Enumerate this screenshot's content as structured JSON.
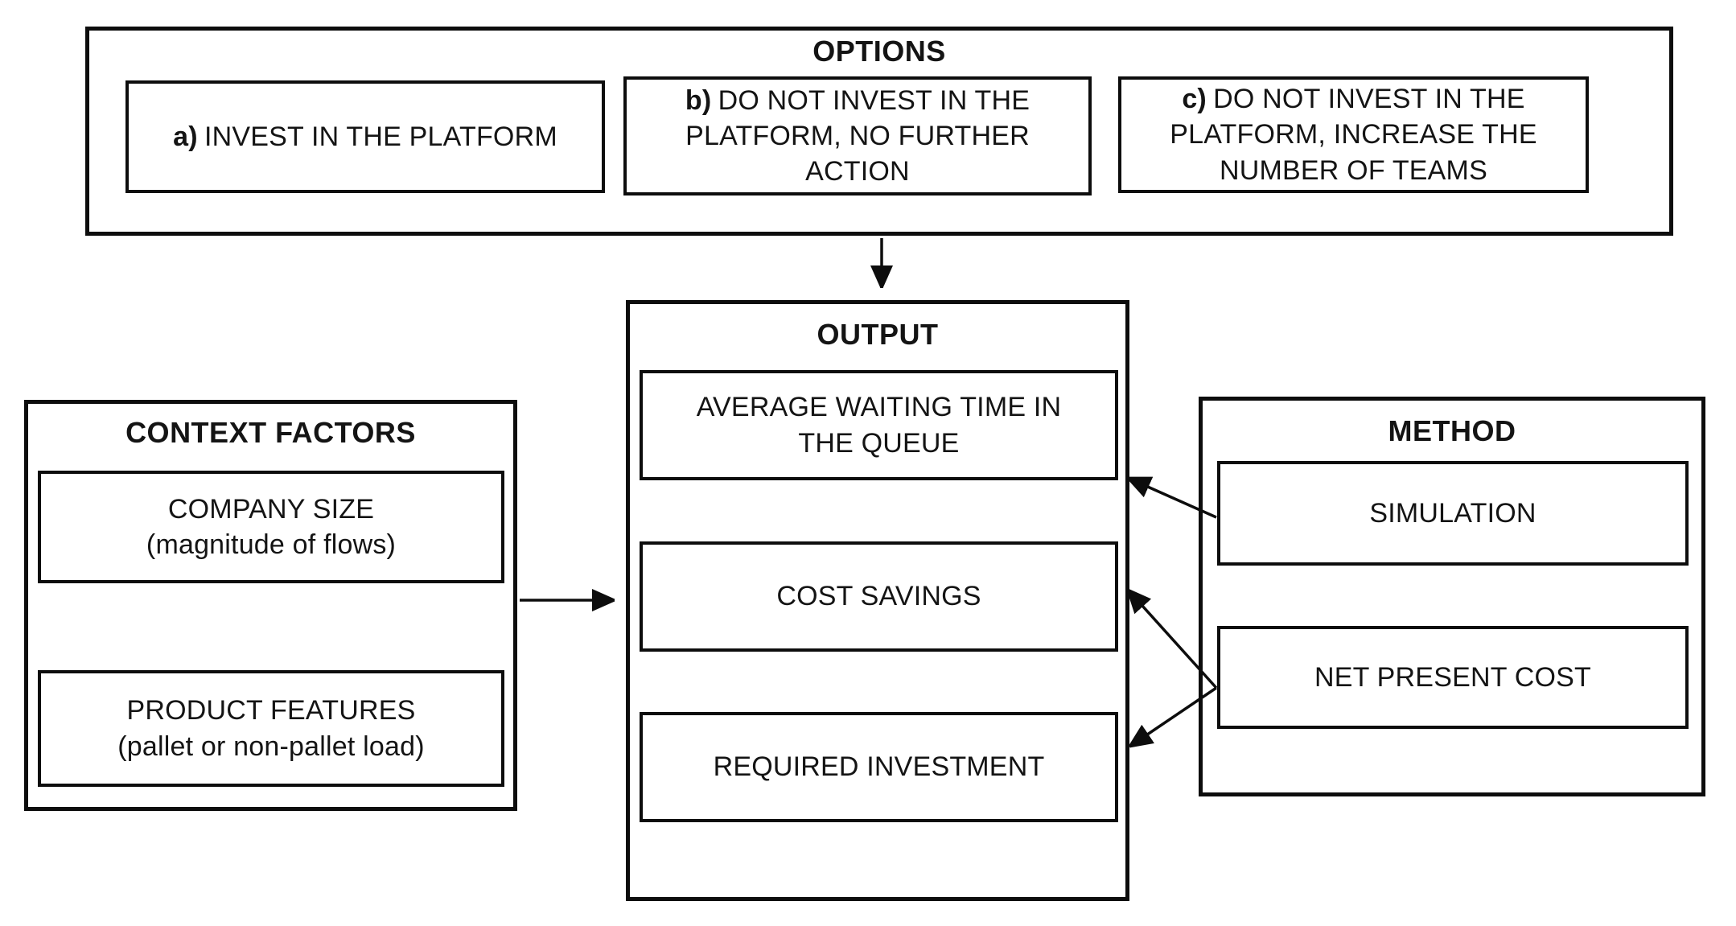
{
  "diagram": {
    "options": {
      "title": "OPTIONS",
      "items": [
        {
          "prefix": "a)",
          "lines": [
            "INVEST IN THE PLATFORM"
          ]
        },
        {
          "prefix": "b)",
          "lines": [
            "DO NOT INVEST IN THE",
            "PLATFORM, NO FURTHER",
            "ACTION"
          ]
        },
        {
          "prefix": "c)",
          "lines": [
            "DO NOT INVEST IN THE",
            "PLATFORM, INCREASE THE",
            "NUMBER OF TEAMS"
          ]
        }
      ]
    },
    "output": {
      "title": "OUTPUT",
      "items": [
        {
          "lines": [
            "AVERAGE WAITING TIME IN",
            "THE QUEUE"
          ]
        },
        {
          "lines": [
            "COST SAVINGS"
          ]
        },
        {
          "lines": [
            "REQUIRED INVESTMENT"
          ]
        }
      ]
    },
    "context_factors": {
      "title": "CONTEXT FACTORS",
      "items": [
        {
          "lines": [
            "COMPANY SIZE",
            "(magnitude of flows)"
          ]
        },
        {
          "lines": [
            "PRODUCT FEATURES",
            "(pallet or non-pallet load)"
          ]
        }
      ]
    },
    "method": {
      "title": "METHOD",
      "items": [
        {
          "lines": [
            "SIMULATION"
          ]
        },
        {
          "lines": [
            "NET PRESENT COST"
          ]
        }
      ]
    },
    "connections": [
      {
        "from": "options",
        "to": "output"
      },
      {
        "from": "context-factors",
        "to": "output"
      },
      {
        "from": "simulation",
        "to": "average-waiting-time-in-the-queue"
      },
      {
        "from": "net-present-cost",
        "to": "cost-savings"
      },
      {
        "from": "net-present-cost",
        "to": "required-investment"
      }
    ],
    "colors": {
      "stroke": "#0d0d0d",
      "background": "#ffffff"
    }
  }
}
